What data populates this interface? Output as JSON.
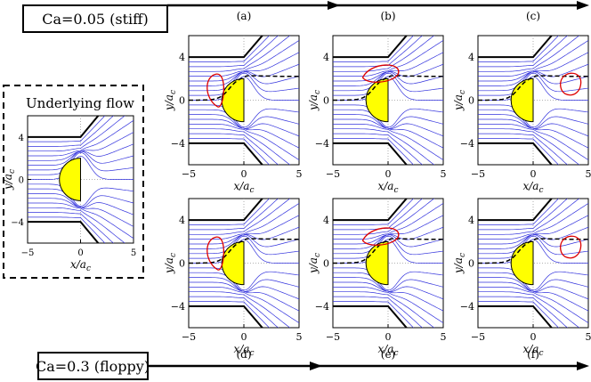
{
  "header": {
    "top_label": "Ca=0.05 (stiff)",
    "bottom_label": "Ca=0.3 (floppy)"
  },
  "underlying": {
    "title": "Underlying flow",
    "xlabel": "x/a",
    "xlabel_sub": "c",
    "ylabel": "y/a",
    "ylabel_sub": "c",
    "xticks": [
      "−5",
      "0",
      "5"
    ],
    "yticks": [
      "4",
      "0",
      "−4"
    ]
  },
  "panels": [
    {
      "label": "(a)",
      "cell_pos": "top-left-of-cap"
    },
    {
      "label": "(b)",
      "cell_pos": "above-cap"
    },
    {
      "label": "(c)",
      "cell_pos": "downstream"
    },
    {
      "label": "(d)",
      "cell_pos": "top-left-of-cap"
    },
    {
      "label": "(e)",
      "cell_pos": "above-cap"
    },
    {
      "label": "(f)",
      "cell_pos": "downstream"
    }
  ],
  "axes": {
    "xlabel": "x/a",
    "xlabel_sub": "c",
    "ylabel": "y/a",
    "ylabel_sub": "c",
    "xticks": [
      "−5",
      "0",
      "5"
    ],
    "yticks": [
      "4",
      "0",
      "−4"
    ]
  },
  "colors": {
    "streamline": "#3333dd",
    "obstacle_fill": "#ffff00",
    "cell_outline": "#dd0000",
    "wall": "#000000"
  }
}
